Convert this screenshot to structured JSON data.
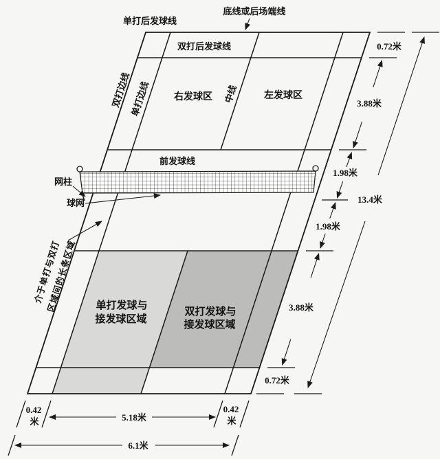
{
  "colors": {
    "background": "#f6f6f4",
    "line": "#1b1b1b",
    "singles_area_fill": "#d9d9d7",
    "doubles_area_fill": "#bcbcba"
  },
  "court": {
    "labels": {
      "singles_long_service_line": "单打后发球线",
      "back_boundary_line": "底线或后场端线",
      "doubles_long_service_line": "双打后发球线",
      "doubles_sideline": "双打边线",
      "singles_sideline": "单打边线",
      "right_service_court": "右发球区",
      "center_line": "中线",
      "left_service_court": "左发球区",
      "short_service_line": "前发球线",
      "net_post": "网柱",
      "net": "球网",
      "alley_note_line1": "介于单打与双打",
      "alley_note_line2": "区域间的长条区域"
    },
    "areas": {
      "singles_service_area_line1": "单打发球与",
      "singles_service_area_line2": "接发球区域",
      "doubles_service_area_line1": "双打发球与",
      "doubles_service_area_line2": "接发球区域"
    }
  },
  "dims": {
    "back_alley_top": "0.72米",
    "rear_court_top": "3.88米",
    "front_court_top": "1.98米",
    "court_length_total": "13.4米",
    "front_court_bottom": "1.98米",
    "rear_court_bottom": "3.88米",
    "back_alley_bottom": "0.72米",
    "side_alley_left_value": "0.42",
    "side_alley_left_unit": "米",
    "singles_width": "5.18米",
    "side_alley_right_value": "0.42",
    "side_alley_right_unit": "米",
    "court_width_total": "6.1米"
  }
}
